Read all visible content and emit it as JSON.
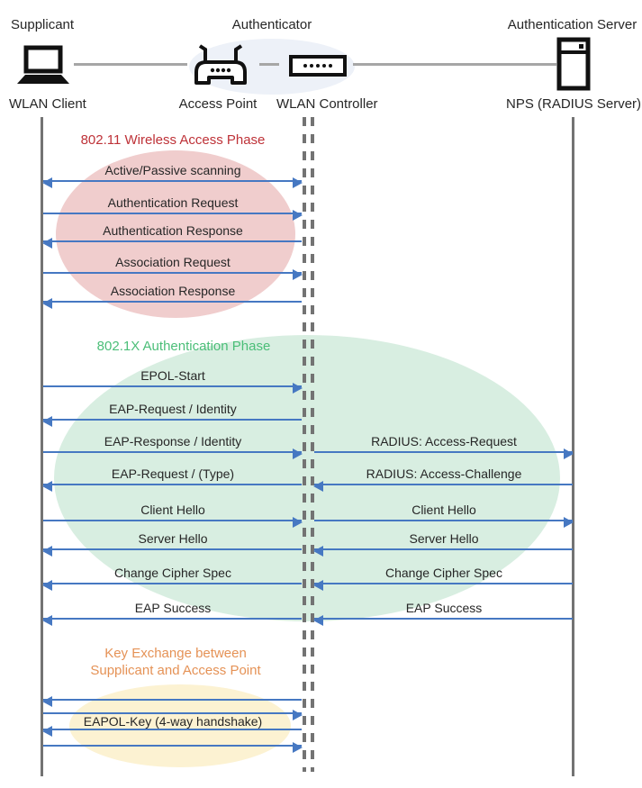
{
  "header": {
    "roles": [
      {
        "label": "Supplicant"
      },
      {
        "label": "Authenticator"
      },
      {
        "label": "Authentication Server"
      }
    ],
    "nodes": [
      {
        "label": "WLAN Client",
        "icon": "laptop-icon"
      },
      {
        "label": "Access Point",
        "icon": "access-point-icon"
      },
      {
        "label": "WLAN Controller",
        "icon": "controller-icon"
      },
      {
        "label": "NPS (RADIUS Server)",
        "icon": "server-icon"
      }
    ]
  },
  "phases": [
    {
      "title": "802.11 Wireless Access Phase",
      "text_color": "#BE3238",
      "ellipse_color": "#F0CDCD"
    },
    {
      "title": "802.1X Authentication Phase",
      "text_color": "#4BBE78",
      "ellipse_color": "#D8EEE1"
    },
    {
      "title_line1": "Key Exchange between",
      "title_line2": "Supplicant and Access Point",
      "text_color": "#E59256",
      "ellipse_color": "#FCF2D2"
    }
  ],
  "messages": {
    "left": [
      {
        "label": "Active/Passive scanning",
        "direction": "both"
      },
      {
        "label": "Authentication Request",
        "direction": "right"
      },
      {
        "label": "Authentication Response",
        "direction": "left"
      },
      {
        "label": "Association Request",
        "direction": "right"
      },
      {
        "label": "Association Response",
        "direction": "left"
      },
      {
        "label": "EPOL-Start",
        "direction": "right"
      },
      {
        "label": "EAP-Request / Identity",
        "direction": "left"
      },
      {
        "label": "EAP-Response / Identity",
        "direction": "right"
      },
      {
        "label": "EAP-Request / (Type)",
        "direction": "left"
      },
      {
        "label": "Client Hello",
        "direction": "right"
      },
      {
        "label": "Server Hello",
        "direction": "left"
      },
      {
        "label": "Change Cipher Spec",
        "direction": "left"
      },
      {
        "label": "EAP Success",
        "direction": "left"
      },
      {
        "label": "",
        "direction": "left"
      },
      {
        "label": "",
        "direction": "right"
      },
      {
        "label": "EAPOL-Key (4-way handshake)",
        "direction": "left"
      },
      {
        "label": "",
        "direction": "right"
      }
    ],
    "right": [
      {
        "label": "RADIUS: Access-Request",
        "direction": "right"
      },
      {
        "label": "RADIUS: Access-Challenge",
        "direction": "left"
      },
      {
        "label": "Client Hello",
        "direction": "right"
      },
      {
        "label": "Server Hello",
        "direction": "left"
      },
      {
        "label": "Change Cipher Spec",
        "direction": "left"
      },
      {
        "label": "EAP Success",
        "direction": "left"
      }
    ]
  },
  "colors": {
    "arrow": "#4678C2",
    "lifeline": "#737373",
    "connector": "#A6A6A6",
    "authenticator_ellipse": "#EDF1F8",
    "text": "#262626"
  }
}
